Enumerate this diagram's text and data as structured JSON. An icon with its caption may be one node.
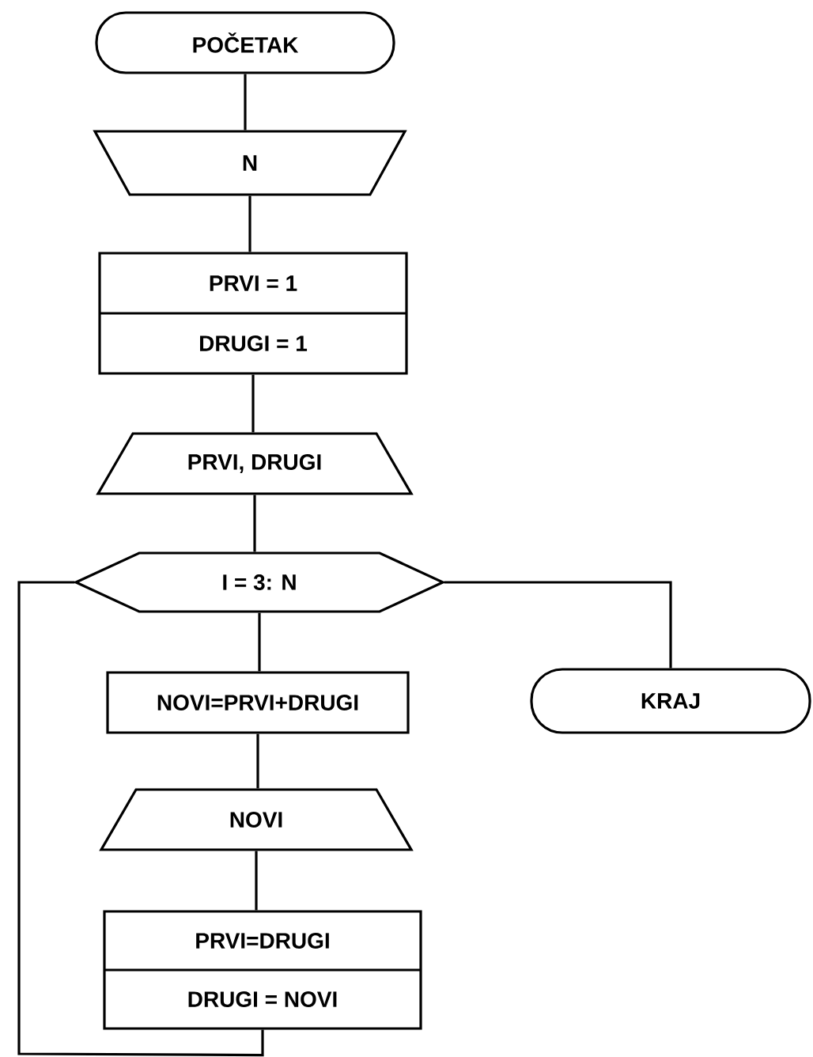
{
  "diagram": {
    "nodes": [
      {
        "text": [
          "POČETAK"
        ]
      },
      {
        "text": [
          "N"
        ]
      },
      {
        "text": [
          "PRVI = 1",
          "DRUGI = 1"
        ]
      },
      {
        "text": [
          "PRVI, DRUGI"
        ]
      },
      {
        "text": [
          "I = 3: N"
        ]
      },
      {
        "text": [
          "NOVI=PRVI+DRUGI"
        ]
      },
      {
        "text": [
          "NOVI"
        ]
      },
      {
        "text": [
          "PRVI=DRUGI",
          "DRUGI = NOVI"
        ]
      },
      {
        "text": [
          "KRAJ"
        ]
      }
    ],
    "edges": [
      {
        "from": 0,
        "to": 1,
        "arrow": "none"
      },
      {
        "from": 1,
        "to": 2,
        "arrow": "none"
      },
      {
        "from": 2,
        "to": 3,
        "arrow": "none"
      },
      {
        "from": 3,
        "to": 4,
        "arrow": "none"
      },
      {
        "from": 4,
        "to": 5,
        "arrow": "none"
      },
      {
        "from": 5,
        "to": 6,
        "arrow": "none"
      },
      {
        "from": 6,
        "to": 7,
        "arrow": "none"
      },
      {
        "from": 7,
        "to": 4,
        "arrow": "none"
      },
      {
        "from": 4,
        "to": 8,
        "arrow": "none"
      }
    ]
  }
}
